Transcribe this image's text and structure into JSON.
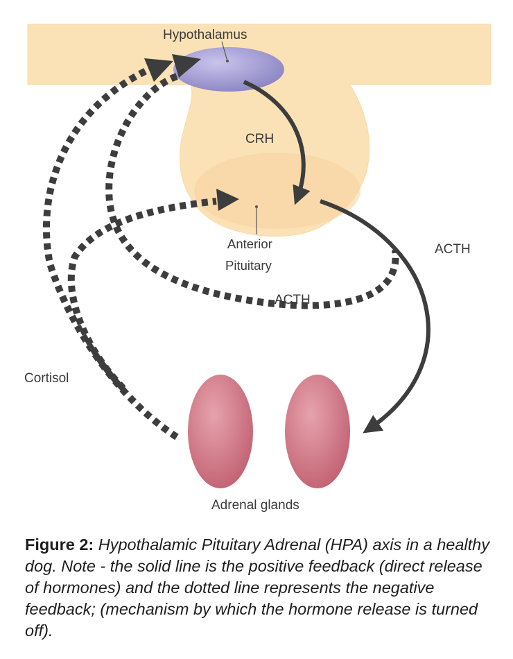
{
  "diagram": {
    "labels": {
      "hypothalamus": "Hypothalamus",
      "crh": "CRH",
      "anterior_line1": "Anterior",
      "anterior_line2": "Pituitary",
      "acth_right": "ACTH",
      "acth_loop": "ACTH",
      "cortisol": "Cortisol",
      "adrenal": "Adrenal glands"
    },
    "colors": {
      "hypothalamus_band": "#fbe0b0",
      "pituitary": "#fbd8a8",
      "hypothalamus_body": "#9a94cf",
      "adrenal_glands": "#cc6f7e",
      "positive_feedback": "#3d3d3d",
      "negative_feedback": "#3d3d3d"
    }
  },
  "caption": {
    "label": "Figure 2:",
    "text": "Hypothalamic Pituitary Adrenal (HPA) axis in a healthy dog. Note - the solid line is the positive feedback (direct release of hormones) and the dotted line represents the negative feedback; (mechanism by which the hormone release is turned off)."
  }
}
